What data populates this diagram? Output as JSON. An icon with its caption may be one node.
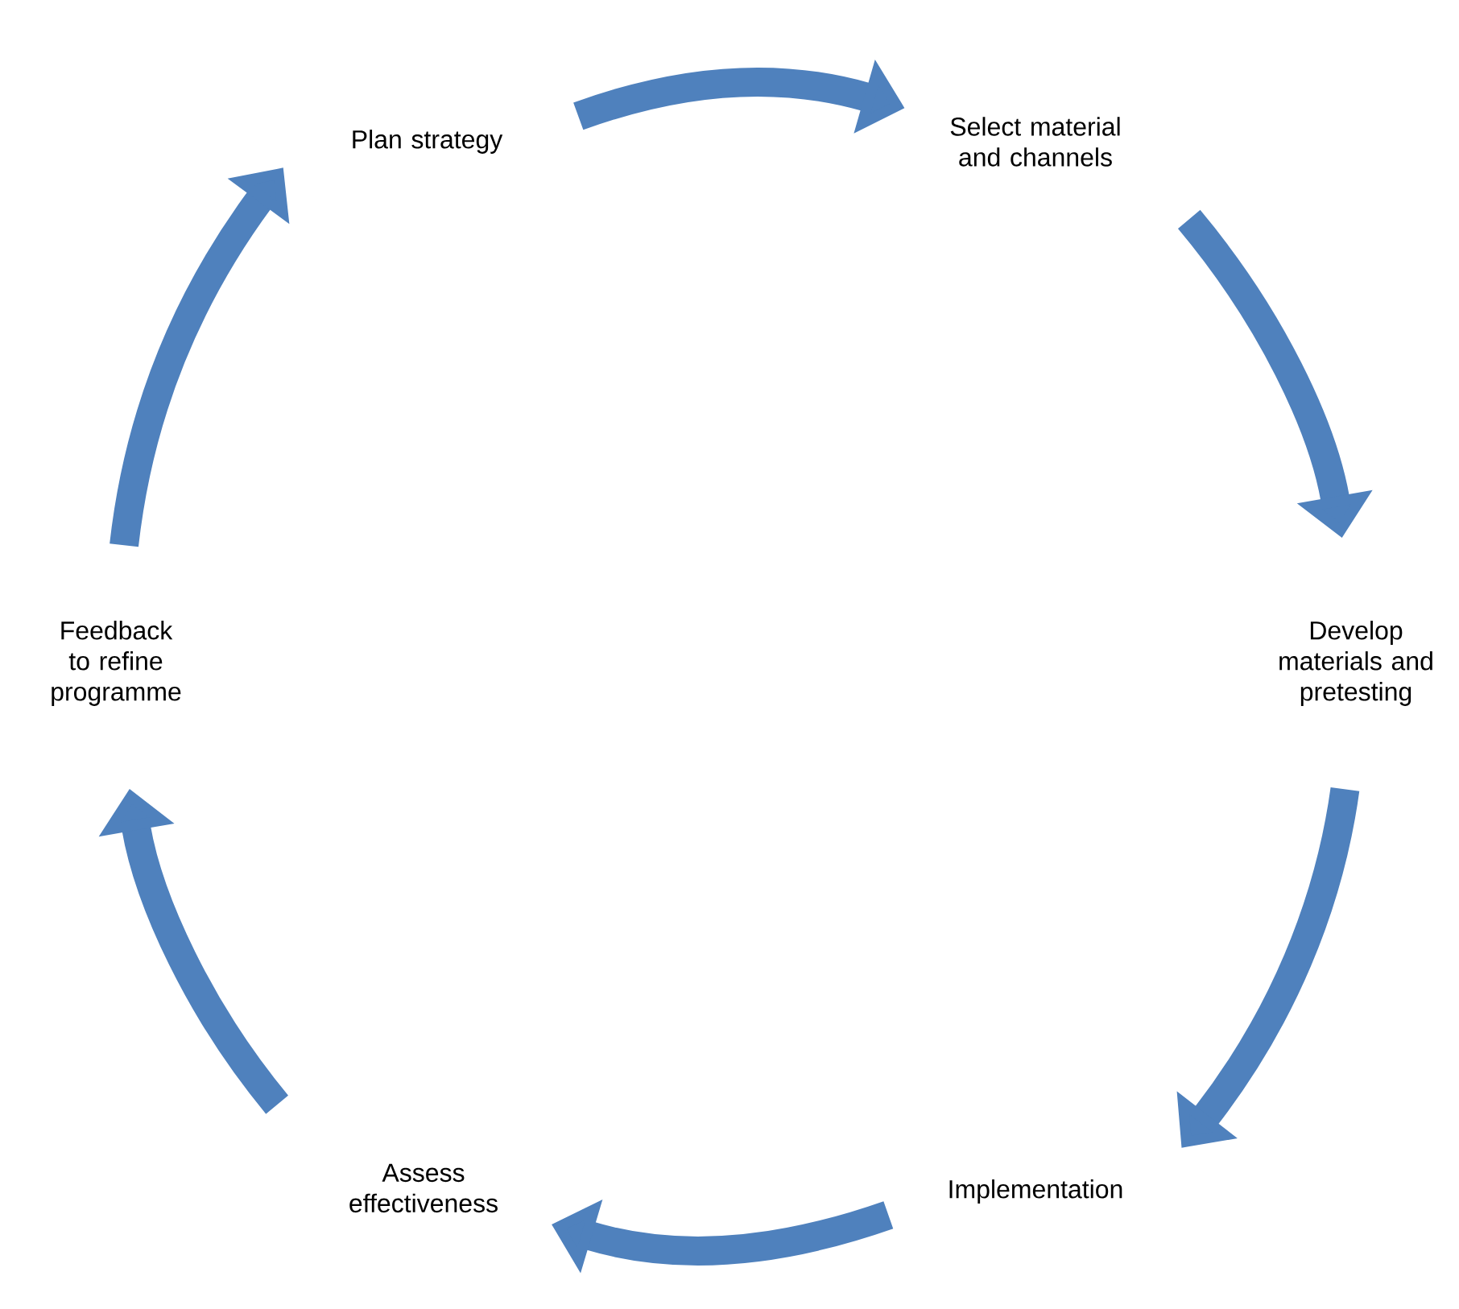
{
  "diagram": {
    "nodes": [
      {
        "text": [
          "Plan strategy"
        ]
      },
      {
        "text": [
          "Select material and channels"
        ]
      },
      {
        "text": [
          "Develop materials and pretesting"
        ]
      },
      {
        "text": [
          "Implementation"
        ]
      },
      {
        "text": [
          "Assess effectiveness"
        ]
      },
      {
        "text": [
          "Feedback to refine programme"
        ]
      }
    ],
    "edges": [
      {
        "from": 0,
        "to": 1,
        "arrow": "to"
      },
      {
        "from": 1,
        "to": 2,
        "arrow": "to"
      },
      {
        "from": 2,
        "to": 3,
        "arrow": "to"
      },
      {
        "from": 3,
        "to": 4,
        "arrow": "to"
      },
      {
        "from": 4,
        "to": 5,
        "arrow": "to"
      },
      {
        "from": 5,
        "to": 0,
        "arrow": "to"
      }
    ]
  }
}
